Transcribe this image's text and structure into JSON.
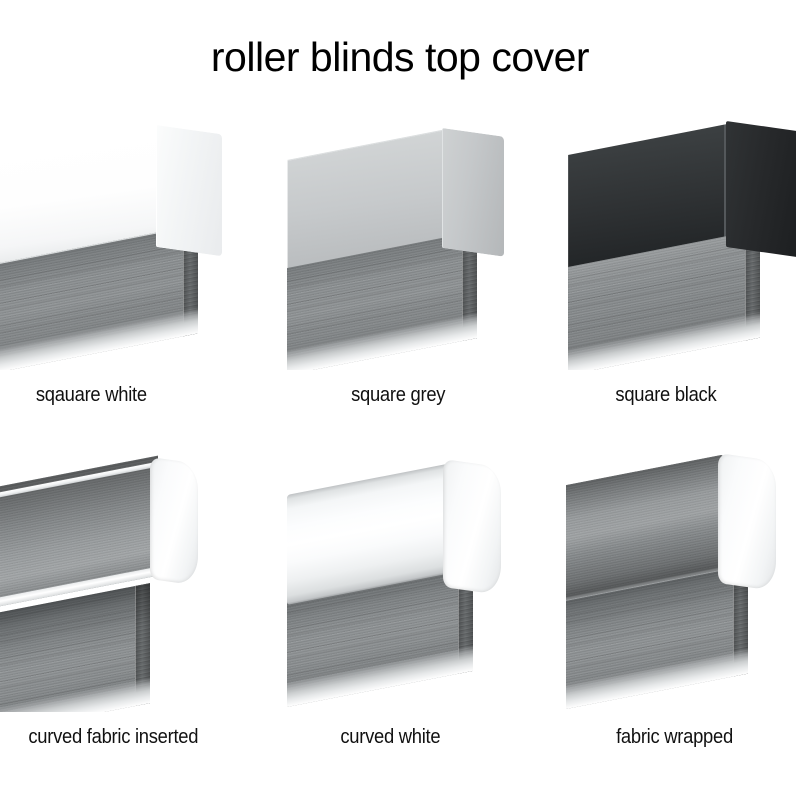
{
  "title": "roller blinds top cover",
  "products": [
    {
      "id": "square-white",
      "label": "sqauare white",
      "shape": "square",
      "cover_color": "#ffffff"
    },
    {
      "id": "square-grey",
      "label": "square grey",
      "shape": "square",
      "cover_color": "#c6c9cb"
    },
    {
      "id": "square-black",
      "label": "square black",
      "shape": "square",
      "cover_color": "#2f3234"
    },
    {
      "id": "curved-fabric-inserted",
      "label": "curved fabric inserted",
      "shape": "curved",
      "cover_color": "#95999b"
    },
    {
      "id": "curved-white",
      "label": "curved white",
      "shape": "curved",
      "cover_color": "#ffffff"
    },
    {
      "id": "fabric-wrapped",
      "label": "fabric wrapped",
      "shape": "curved",
      "cover_color": "#8f9395"
    }
  ],
  "colors": {
    "background": "#ffffff",
    "title_text": "#000000",
    "label_text": "#111111",
    "fabric": "#8d9193",
    "fabric_edge": "#74787a",
    "bottom_rail": "#cbcecf"
  }
}
